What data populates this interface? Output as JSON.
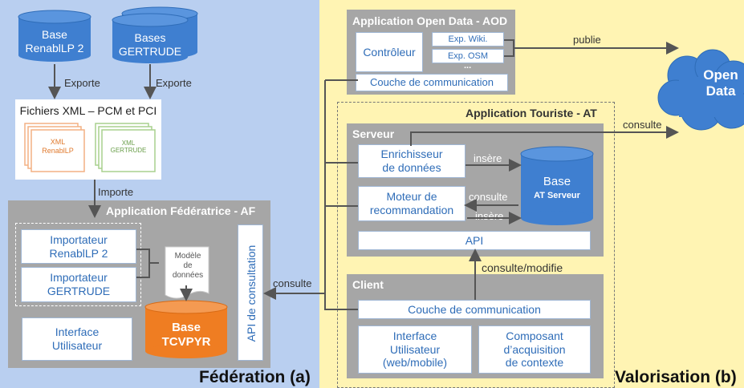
{
  "federation": {
    "zone_label": "Fédération (a)",
    "db_renablip": "Base\nRenablLP 2",
    "db_gertrude": "Bases\nGERTRUDE",
    "exporte_1": "Exporte",
    "exporte_2": "Exporte",
    "xml_box_title": "Fichiers XML – PCM et PCI",
    "xml_renablip": "XML\nRenablLP",
    "xml_gertrude": "XML\nGERTRUDE",
    "importe": "Importe",
    "af_title": "Application Fédératrice - AF",
    "importer_renablip": "Importateur\nRenablLP 2",
    "importer_gertrude": "Importateur\nGERTRUDE",
    "data_model": "Modèle\nde\ndonnées",
    "db_tcvpyr": "Base\nTCVPYR",
    "user_interface": "Interface\nUtilisateur",
    "api_consultation": "API de consultation",
    "consulte": "consulte"
  },
  "valorisation": {
    "zone_label": "Valorisation (b)",
    "aod_title": "Application Open Data - AOD",
    "controleur": "Contrôleur",
    "exp_wiki": "Exp. Wiki.",
    "exp_osm": "Exp. OSM",
    "ellipsis": "...",
    "aod_comm": "Couche de communication",
    "publie": "publie",
    "open_data": "Open\nData",
    "at_title": "Application Touriste - AT",
    "serveur_title": "Serveur",
    "enrichisseur": "Enrichisseur\nde données",
    "moteur": "Moteur de\nrecommandation",
    "insere_1": "insère",
    "insere_2": "insère",
    "consulte_moteur": "consulte",
    "consulte_cloud": "consulte",
    "db_at_line1": "Base",
    "db_at_line2": "AT Serveur",
    "api": "API",
    "consulte_modifie": "consulte/modifie",
    "client_title": "Client",
    "client_comm": "Couche de communication",
    "client_ui": "Interface\nUtilisateur\n(web/mobile)",
    "composant": "Composant\nd’acquisition\nde contexte"
  },
  "colors": {
    "federation_bg": "#b9cff0",
    "valorisation_bg": "#fff4b3",
    "gray_box": "#a6a6a6",
    "blue_db": "#3f7fd0",
    "orange_db": "#ef7d22",
    "text_blue": "#2f6db8"
  }
}
